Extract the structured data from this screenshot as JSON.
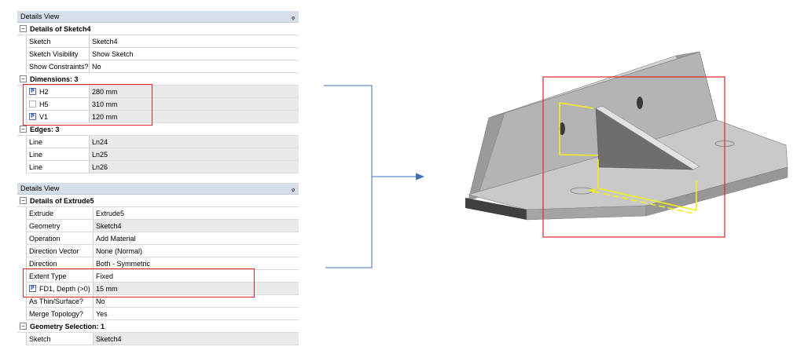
{
  "panel1": {
    "title": "Details View",
    "pin": "ᵩ",
    "groups": [
      {
        "label": "Details of Sketch4",
        "rows": [
          {
            "name": "Sketch",
            "value": "Sketch4"
          },
          {
            "name": "Sketch Visibility",
            "value": "Show Sketch"
          },
          {
            "name": "Show Constraints?",
            "value": "No"
          }
        ]
      },
      {
        "label": "Dimensions: 3",
        "rows": [
          {
            "param": "P",
            "name": "H2",
            "value": "280 mm"
          },
          {
            "param": "",
            "name": "H5",
            "value": "310 mm"
          },
          {
            "param": "P",
            "name": "V1",
            "value": "120 mm"
          }
        ]
      },
      {
        "label": "Edges: 3",
        "rows": [
          {
            "name": "Line",
            "value": "Ln24"
          },
          {
            "name": "Line",
            "value": "Ln25"
          },
          {
            "name": "Line",
            "value": "Ln26"
          }
        ]
      }
    ]
  },
  "panel2": {
    "title": "Details View",
    "pin": "ᵩ",
    "groups": [
      {
        "label": "Details of Extrude5",
        "rows": [
          {
            "name": "Extrude",
            "value": "Extrude5"
          },
          {
            "name": "Geometry",
            "value": "Sketch4"
          },
          {
            "name": "Operation",
            "value": "Add Material"
          },
          {
            "name": "Direction Vector",
            "value": "None (Normal)"
          },
          {
            "name": "Direction",
            "value": "Both - Symmetric"
          },
          {
            "name": "Extent Type",
            "value": "Fixed"
          },
          {
            "param": "P",
            "name": "FD1,  Depth (>0)",
            "value": "15 mm"
          },
          {
            "name": "As Thin/Surface?",
            "value": "No"
          },
          {
            "name": "Merge Topology?",
            "value": "Yes"
          }
        ]
      },
      {
        "label": "Geometry Selection: 1",
        "rows": [
          {
            "name": "Sketch",
            "value": "Sketch4"
          }
        ]
      }
    ]
  },
  "colors": {
    "highlight": "#e0252b",
    "connector": "#3d6fb5",
    "sketch": "#f2ee1a"
  },
  "toggle_glyph": "−"
}
